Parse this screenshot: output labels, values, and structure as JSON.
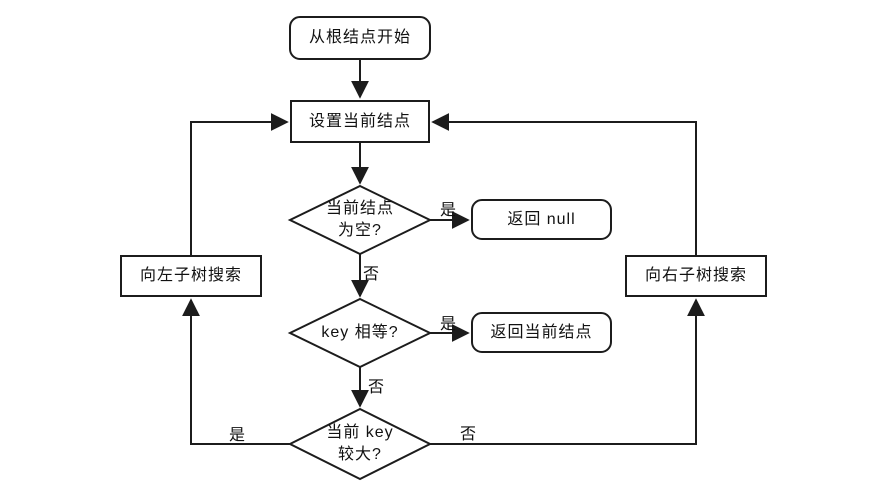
{
  "diagram": {
    "description": "binary-search-tree-search-flowchart",
    "colors": {
      "background": "#ffffff",
      "line": "#1c1c1c",
      "text": "#111111",
      "node_fill": "#ffffff"
    },
    "nodes": {
      "start": {
        "label": "从根结点开始",
        "shape": "terminal"
      },
      "set_current": {
        "label": "设置当前结点",
        "shape": "process"
      },
      "check_empty": {
        "label": "当前结点\n为空?",
        "shape": "decision"
      },
      "return_null": {
        "label": "返回 null",
        "shape": "terminal"
      },
      "check_key_equal": {
        "label": "key 相等?",
        "shape": "decision"
      },
      "return_current": {
        "label": "返回当前结点",
        "shape": "terminal"
      },
      "check_key_greater": {
        "label": "当前 key\n较大?",
        "shape": "decision"
      },
      "search_left": {
        "label": "向左子树搜索",
        "shape": "process"
      },
      "search_right": {
        "label": "向右子树搜索",
        "shape": "process"
      }
    },
    "edge_labels": {
      "empty_yes": "是",
      "empty_no": "否",
      "equal_yes": "是",
      "equal_no": "否",
      "greater_yes": "是",
      "greater_no": "否"
    }
  }
}
